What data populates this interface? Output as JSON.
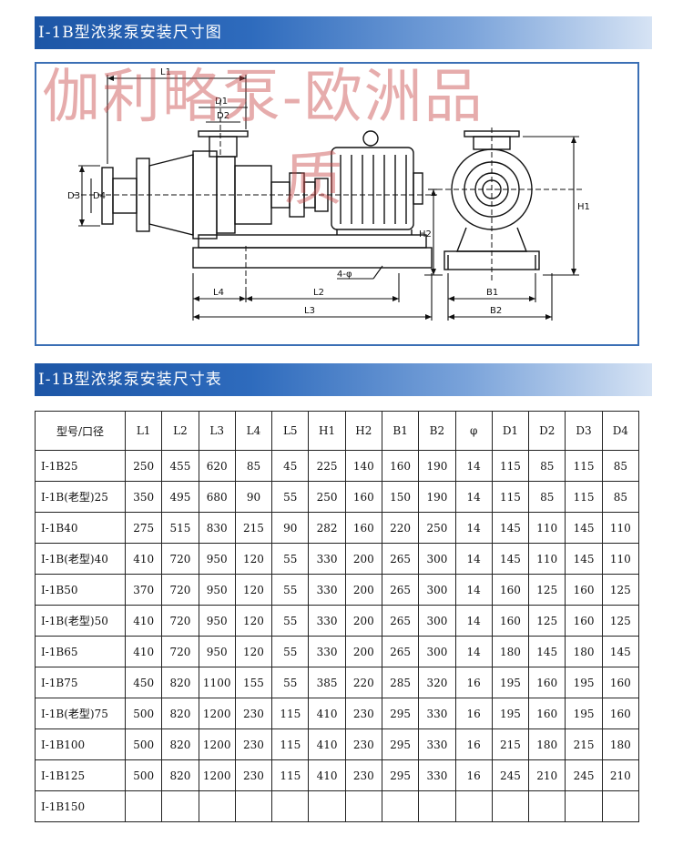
{
  "drawing_section": {
    "title": "I-1B型浓浆泵安装尺寸图",
    "watermark_line1": "伽利略泵-欧洲品",
    "watermark_line2": "质",
    "dimension_labels": [
      "L1",
      "D1",
      "D2",
      "D3",
      "D4",
      "H1",
      "H2",
      "L2",
      "L3",
      "L4",
      "B1",
      "B2",
      "4-φ"
    ]
  },
  "table_section": {
    "title": "I-1B型浓浆泵安装尺寸表",
    "columns": [
      "型号/口径",
      "L1",
      "L2",
      "L3",
      "L4",
      "L5",
      "H1",
      "H2",
      "B1",
      "B2",
      "φ",
      "D1",
      "D2",
      "D3",
      "D4"
    ],
    "rows": [
      [
        "I-1B25",
        "250",
        "455",
        "620",
        "85",
        "45",
        "225",
        "140",
        "160",
        "190",
        "14",
        "115",
        "85",
        "115",
        "85"
      ],
      [
        "I-1B(老型)25",
        "350",
        "495",
        "680",
        "90",
        "55",
        "250",
        "160",
        "150",
        "190",
        "14",
        "115",
        "85",
        "115",
        "85"
      ],
      [
        "I-1B40",
        "275",
        "515",
        "830",
        "215",
        "90",
        "282",
        "160",
        "220",
        "250",
        "14",
        "145",
        "110",
        "145",
        "110"
      ],
      [
        "I-1B(老型)40",
        "410",
        "720",
        "950",
        "120",
        "55",
        "330",
        "200",
        "265",
        "300",
        "14",
        "145",
        "110",
        "145",
        "110"
      ],
      [
        "I-1B50",
        "370",
        "720",
        "950",
        "120",
        "55",
        "330",
        "200",
        "265",
        "300",
        "14",
        "160",
        "125",
        "160",
        "125"
      ],
      [
        "I-1B(老型)50",
        "410",
        "720",
        "950",
        "120",
        "55",
        "330",
        "200",
        "265",
        "300",
        "14",
        "160",
        "125",
        "160",
        "125"
      ],
      [
        "I-1B65",
        "410",
        "720",
        "950",
        "120",
        "55",
        "330",
        "200",
        "265",
        "300",
        "14",
        "180",
        "145",
        "180",
        "145"
      ],
      [
        "I-1B75",
        "450",
        "820",
        "1100",
        "155",
        "55",
        "385",
        "220",
        "285",
        "320",
        "16",
        "195",
        "160",
        "195",
        "160"
      ],
      [
        "I-1B(老型)75",
        "500",
        "820",
        "1200",
        "230",
        "115",
        "410",
        "230",
        "295",
        "330",
        "16",
        "195",
        "160",
        "195",
        "160"
      ],
      [
        "I-1B100",
        "500",
        "820",
        "1200",
        "230",
        "115",
        "410",
        "230",
        "295",
        "330",
        "16",
        "215",
        "180",
        "215",
        "180"
      ],
      [
        "I-1B125",
        "500",
        "820",
        "1200",
        "230",
        "115",
        "410",
        "230",
        "295",
        "330",
        "16",
        "245",
        "210",
        "245",
        "210"
      ],
      [
        "I-1B150",
        "",
        "",
        "",
        "",
        "",
        "",
        "",
        "",
        "",
        "",
        "",
        "",
        "",
        ""
      ]
    ]
  }
}
